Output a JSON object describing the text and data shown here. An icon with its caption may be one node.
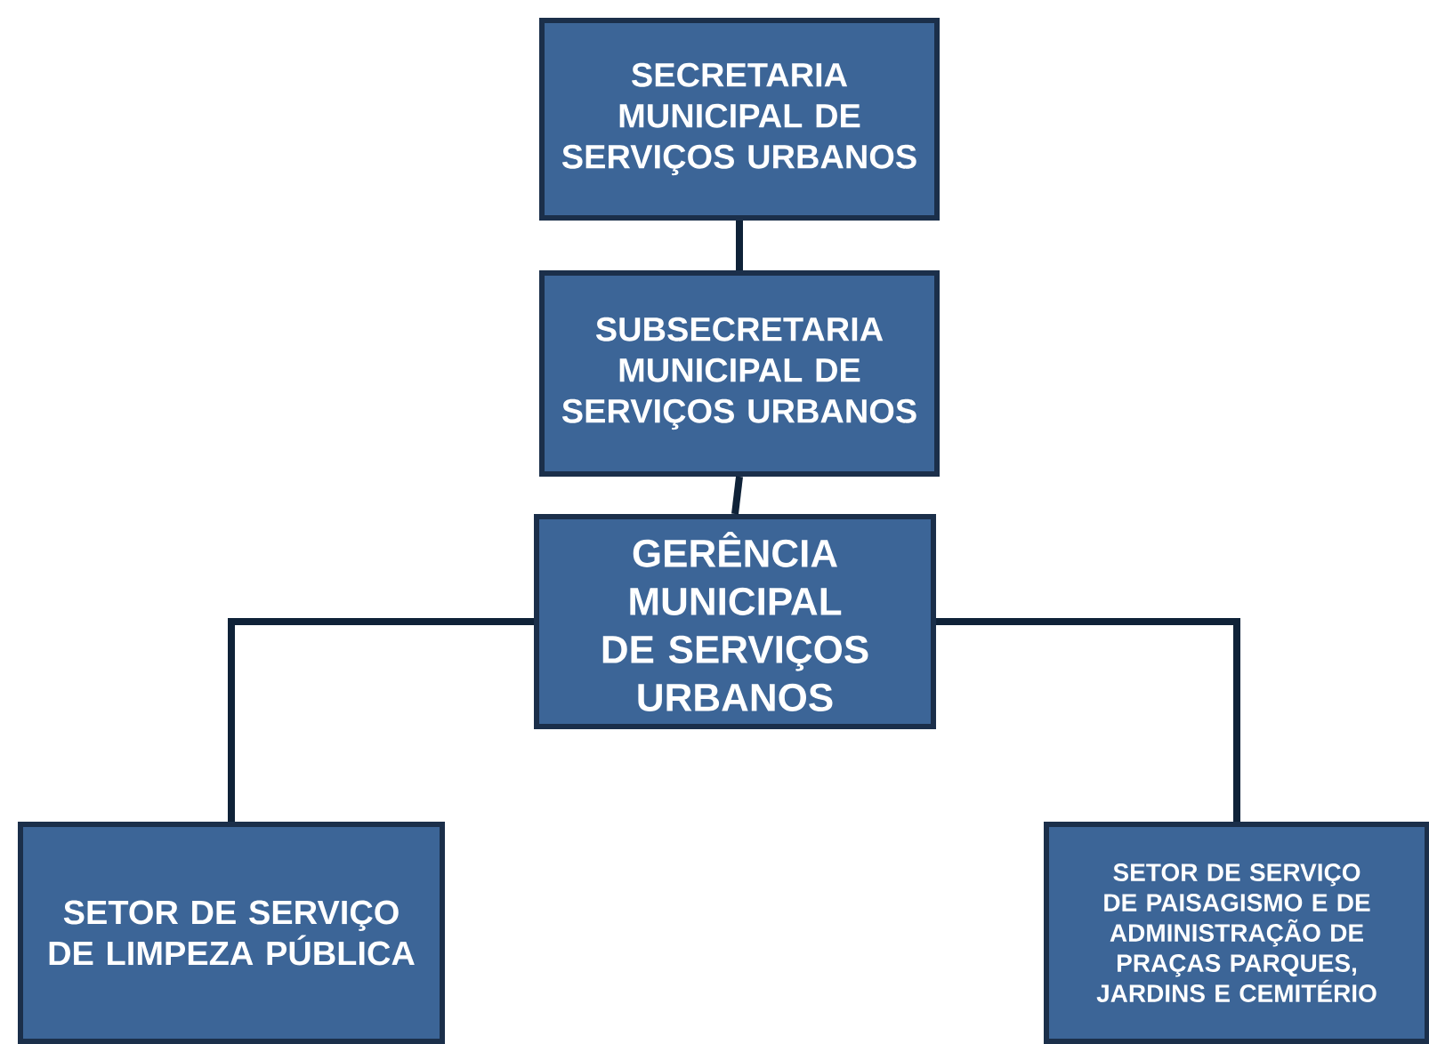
{
  "diagram": {
    "nodes": [
      {
        "text": [
          "SECRETARIA MUNICIPAL DE SERVIÇOS URBANOS"
        ]
      },
      {
        "text": [
          "SUBSECRETARIA MUNICIPAL DE SERVIÇOS URBANOS"
        ]
      },
      {
        "text": [
          "GERÊNCIA MUNICIPAL DE SERVIÇOS URBANOS"
        ]
      },
      {
        "text": [
          "SETOR DE SERVIÇO DE LIMPEZA PÚBLICA"
        ]
      },
      {
        "text": [
          "SETOR DE SERVIÇO DE PAISAGISMO E DE ADMINISTRAÇÃO DE PRAÇAS PARQUES, JARDINS E CEMITÉRIO"
        ]
      }
    ],
    "edges": [
      {
        "from": 0,
        "to": 1,
        "arrow": "none"
      },
      {
        "from": 1,
        "to": 2,
        "arrow": "none"
      },
      {
        "from": 2,
        "to": 3,
        "arrow": "none"
      },
      {
        "from": 2,
        "to": 4,
        "arrow": "none"
      }
    ]
  }
}
